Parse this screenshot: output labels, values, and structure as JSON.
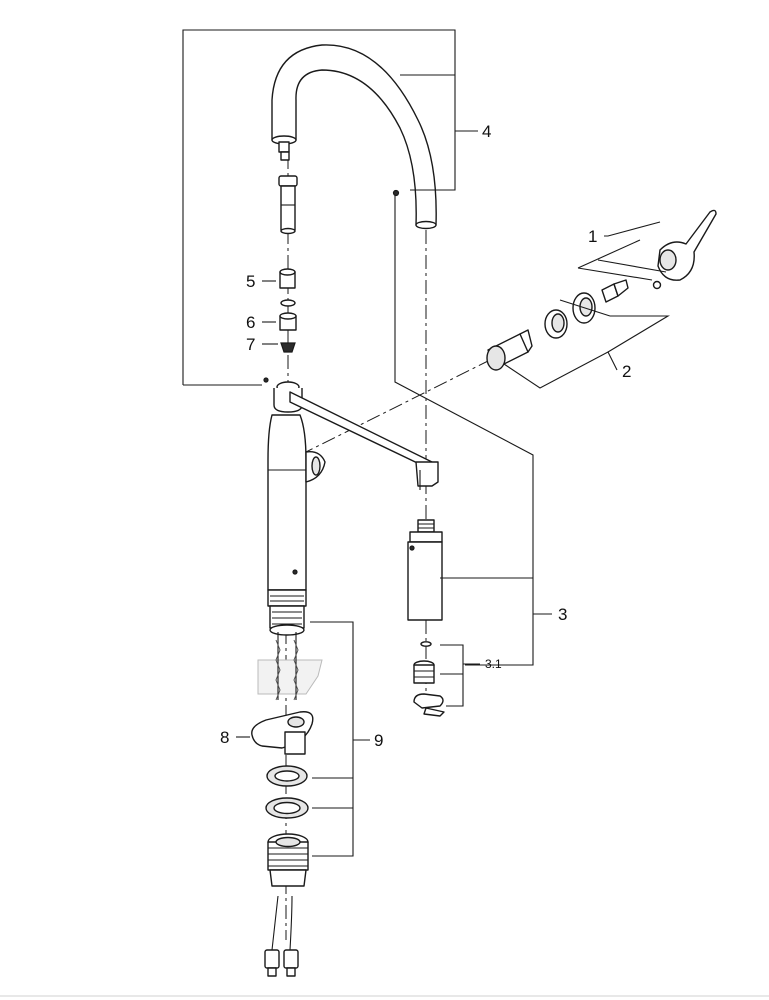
{
  "diagram": {
    "callouts": {
      "c1": "1",
      "c2": "2",
      "c3": "3",
      "c3_1": "3.1",
      "c4": "4",
      "c5": "5",
      "c6": "6",
      "c7": "7",
      "c8": "8",
      "c9": "9"
    },
    "colors": {
      "line": "#1a1a1a",
      "part_fill": "#ffffff",
      "part_shade": "#e6e6e6"
    }
  }
}
